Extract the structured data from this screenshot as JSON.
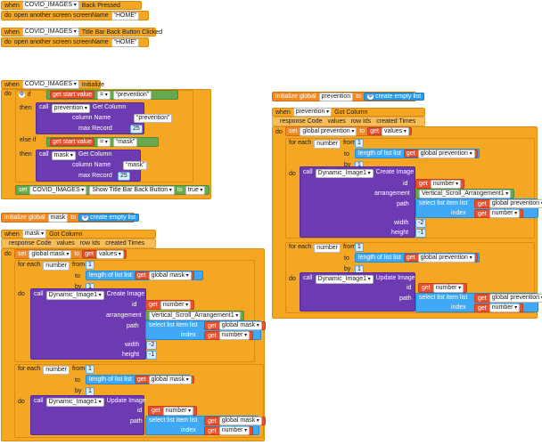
{
  "blocks": {
    "when": "when",
    "do": "do",
    "then": "then",
    "else_if": "else if",
    "if": "if",
    "call": "call",
    "set": "set",
    "to": "to",
    "get": "get",
    "for_each": "for each",
    "from": "from",
    "by": "by",
    "index": "index",
    "path": "path",
    "width": "width",
    "height": "height",
    "id": "id",
    "arrangement": "arrangement",
    "get_start_value": "get start value",
    "eq": "=",
    "open_screen": "open another screen  screenName",
    "home": "HOME",
    "covid": "COVID_IMAGES",
    "back_pressed": "Back Pressed",
    "title_bar_back": "Title Bar Back Button Clicked",
    "initialize": "Initialize",
    "prevention": "prevention",
    "mask": "mask",
    "get_column": "Get Column",
    "column_name": "column Name",
    "max_record": "max Record",
    "max_val": "25",
    "show_title_bar": "Show Title Bar Back Button",
    "true": "true",
    "init_global": "initialize global",
    "create_empty": "create empty list",
    "got_column": "Got Column",
    "response_code": "response Code",
    "values": "values",
    "row_ids": "row Ids",
    "created_times": "created Times",
    "global_prevention": "global prevention",
    "global_mask": "global mask",
    "number": "number",
    "length_of_list": "length of list  list",
    "dyn_image": "Dynamic_Image1",
    "create_image": "Create Image",
    "update_image": "Update Image",
    "vsa": "Vertical_Scroll_Arrangement1",
    "select_list_item": "select list item  list",
    "one": "1",
    "neg_one": "-1",
    "neg_two": "-2"
  }
}
